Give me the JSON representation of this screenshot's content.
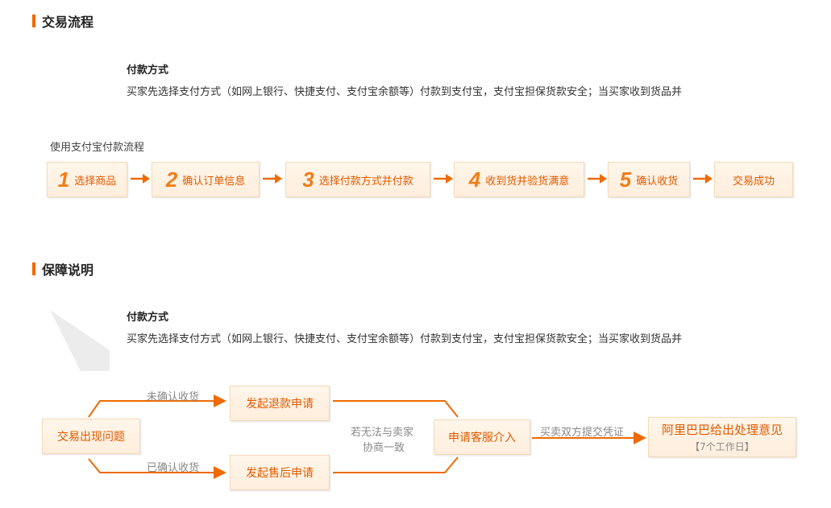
{
  "sections": {
    "trade_flow_title": "交易流程",
    "guarantee_title": "保障说明"
  },
  "payment": {
    "title": "付款方式",
    "description": "买家先选择支付方式（如网上银行、快捷支付、支付宝余额等）付款到支付宝，支付宝担保货款安全；当买家收到货品并"
  },
  "flow": {
    "label": "使用支付宝付款流程",
    "steps": [
      {
        "num": "1",
        "label": "选择商品"
      },
      {
        "num": "2",
        "label": "确认订单信息"
      },
      {
        "num": "3",
        "label": "选择付款方式并付款"
      },
      {
        "num": "4",
        "label": "收到货并验货满意"
      },
      {
        "num": "5",
        "label": "确认收货"
      },
      {
        "num": "",
        "label": "交易成功"
      }
    ]
  },
  "guarantee": {
    "problem": "交易出现问题",
    "unconfirmed": "未确认收货",
    "confirmed": "已确认收货",
    "refund": "发起退款申请",
    "aftersale": "发起售后申请",
    "negotiate_line1": "若无法与卖家",
    "negotiate_line2": "协商一致",
    "service": "申请客服介入",
    "evidence": "买卖双方提交凭证",
    "result_line1": "阿里巴巴给出处理意见",
    "result_line2": "【7个工作日】"
  },
  "colors": {
    "accent": "#f06a00",
    "box_bg": "#fff3e6",
    "text_orange": "#e05a00"
  }
}
